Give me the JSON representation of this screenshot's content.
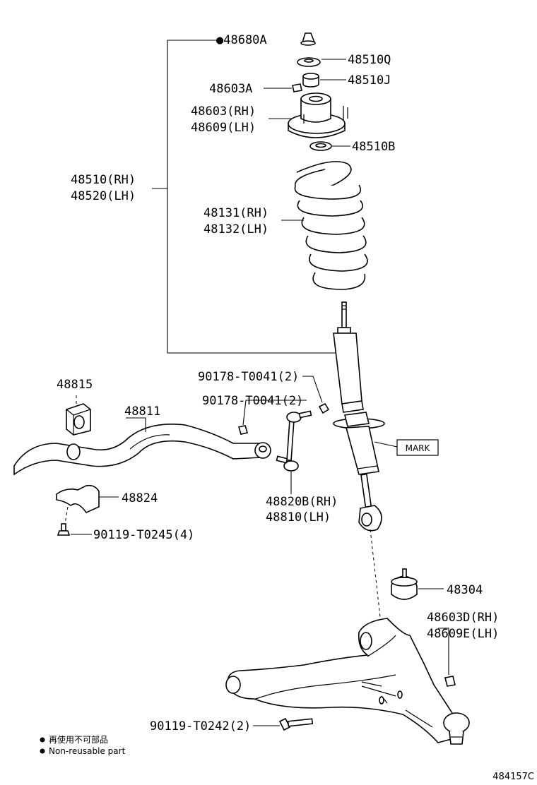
{
  "labels": {
    "p48680A": "●48680A",
    "p48510Q": "48510Q",
    "p48510J": "48510J",
    "p48603A": "48603A",
    "p48603RH": "48603(RH)",
    "p48609LH": "48609(LH)",
    "p48510B": "48510B",
    "p48510RH": "48510(RH)",
    "p48520LH": "48520(LH)",
    "p48131RH": "48131(RH)",
    "p48132LH": "48132(LH)",
    "p90178a": "90178-T0041(2)",
    "p90178b": "90178-T0041(2)",
    "p48815": "48815",
    "p48811": "48811",
    "mark": "MARK",
    "p48824": "48824",
    "p48820B": "48820B(RH)",
    "p48810": "48810(LH)",
    "p90119a": "90119-T0245(4)",
    "p48304": "48304",
    "p48603D": "48603D(RH)",
    "p48609E": "48609E(LH)",
    "p90119b": "90119-T0242(2)"
  },
  "legend": {
    "line1": "再使用不可部品",
    "line2": "Non-reusable part"
  },
  "diagram_id": "484157C"
}
